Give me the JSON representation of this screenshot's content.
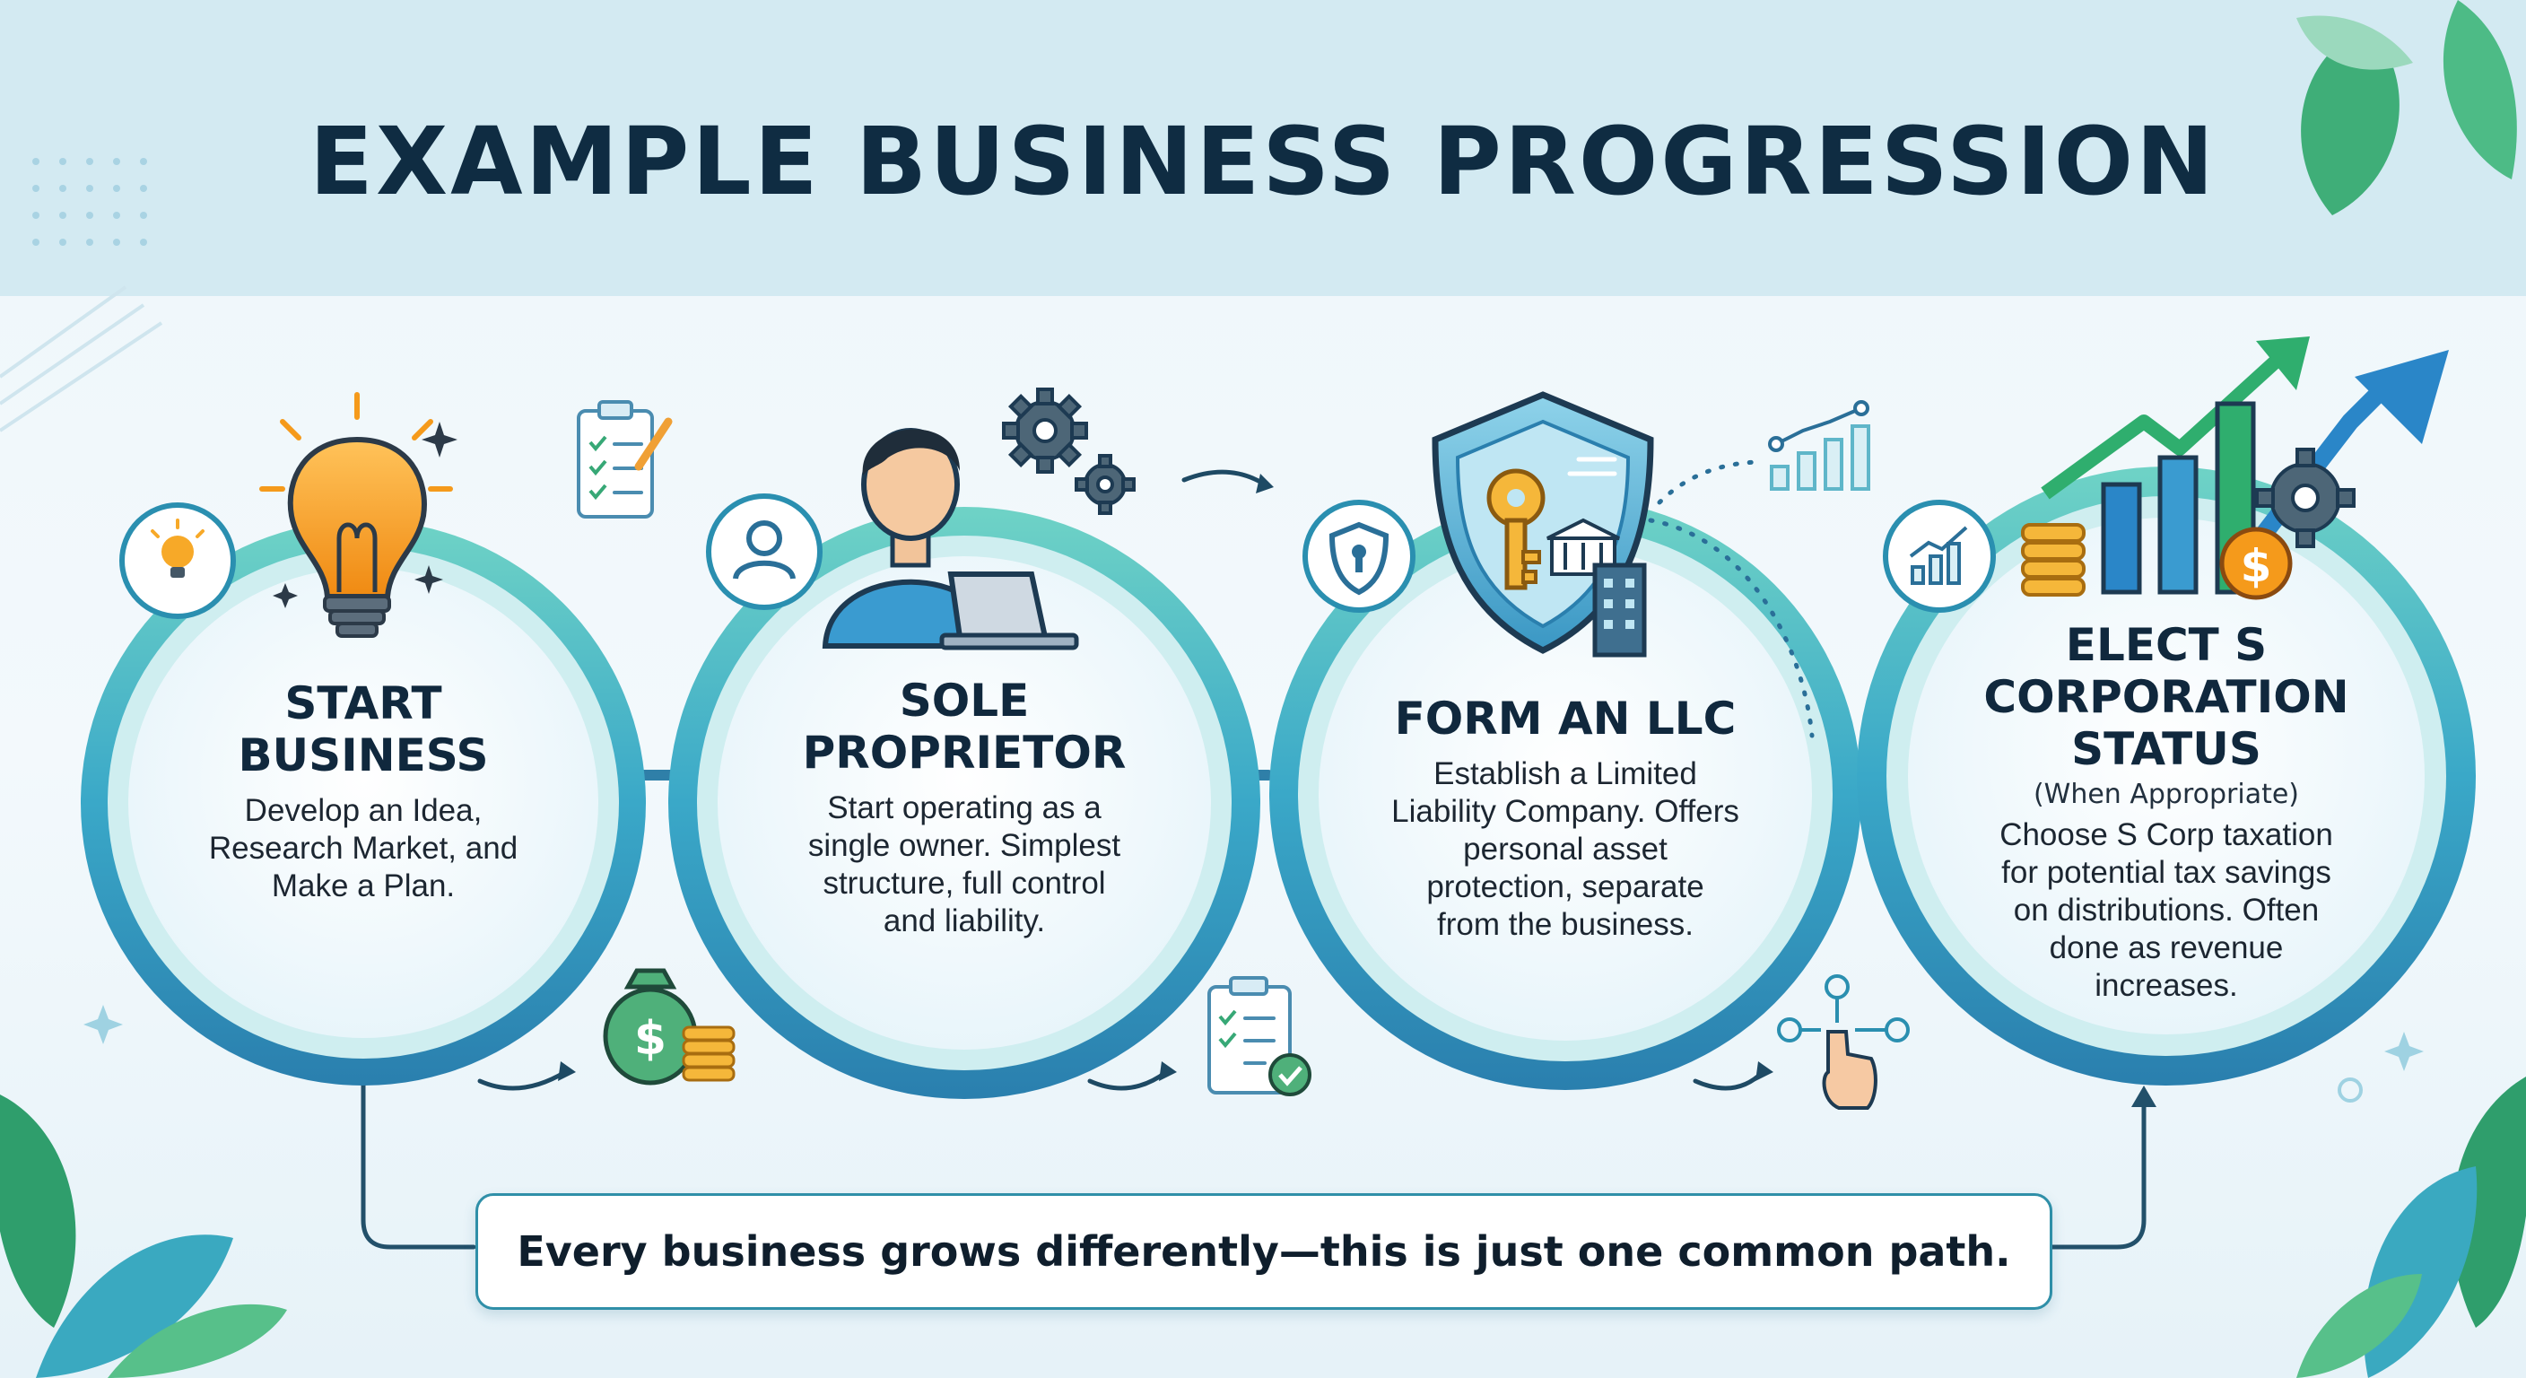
{
  "title": "EXAMPLE BUSINESS PROGRESSION",
  "steps": [
    {
      "title_lines": [
        "START",
        "BUSINESS"
      ],
      "subtitle": "",
      "desc_lines": [
        "Develop an Idea,",
        "Research Market, and",
        "Make a Plan."
      ],
      "icon": "lightbulb-icon"
    },
    {
      "title_lines": [
        "SOLE",
        "PROPRIETOR"
      ],
      "subtitle": "",
      "desc_lines": [
        "Start operating as a",
        "single owner. Simplest",
        "structure, full control",
        "and liability."
      ],
      "icon": "person-icon"
    },
    {
      "title_lines": [
        "FORM AN LLC"
      ],
      "subtitle": "",
      "desc_lines": [
        "Establish a Limited",
        "Liability Company. Offers",
        "personal asset",
        "protection, separate",
        "from the business."
      ],
      "icon": "shield-icon"
    },
    {
      "title_lines": [
        "ELECT S",
        "CORPORATION",
        "STATUS"
      ],
      "subtitle": "(When Appropriate)",
      "desc_lines": [
        "Choose S Corp taxation",
        "for potential tax savings",
        "on distributions. Often",
        "done as revenue",
        "increases."
      ],
      "icon": "growth-chart-icon"
    }
  ],
  "footer_note": "Every business grows differently—this is just one common path.",
  "colors": {
    "title": "#0f2c42",
    "ring": "#2a8fb0",
    "accent_teal": "#5fc7c0",
    "green": "#2fae6e",
    "orange": "#f59a1b"
  }
}
